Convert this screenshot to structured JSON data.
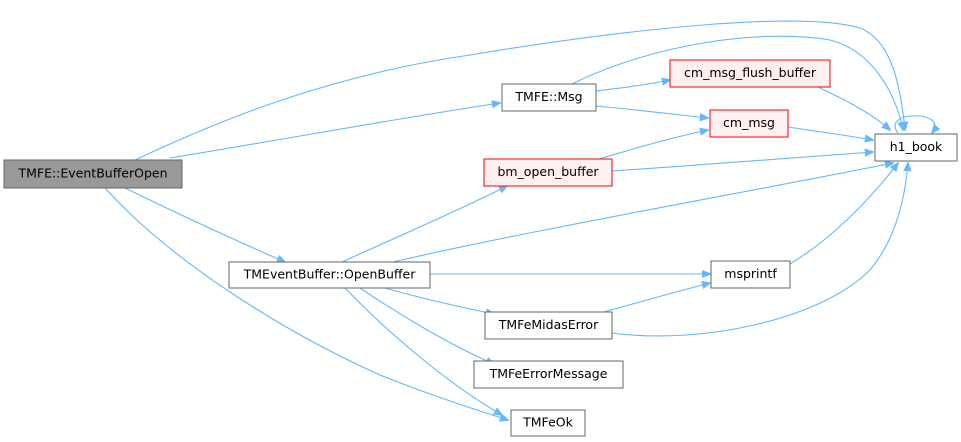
{
  "colors": {
    "edge": "#63b8ff",
    "normal_border": "#666666",
    "normal_fill": "#ffffff",
    "root_fill": "#999999",
    "root_border": "#666666",
    "truncated_border": "#ff0000",
    "truncated_fill": "#fff0f0",
    "text": "#000000"
  },
  "nodes": {
    "tmfe_eventbufferopen": {
      "label": "TMFE::EventBufferOpen",
      "style": "root"
    },
    "tmfe_msg": {
      "label": "TMFE::Msg",
      "style": "normal"
    },
    "cm_msg_flush_buffer": {
      "label": "cm_msg_flush_buffer",
      "style": "truncated"
    },
    "cm_msg": {
      "label": "cm_msg",
      "style": "truncated"
    },
    "bm_open_buffer": {
      "label": "bm_open_buffer",
      "style": "truncated"
    },
    "h1_book": {
      "label": "h1_book",
      "style": "normal"
    },
    "tmeventbuffer_openbuffer": {
      "label": "TMEventBuffer::OpenBuffer",
      "style": "normal"
    },
    "msprintf": {
      "label": "msprintf",
      "style": "normal"
    },
    "tmfemidaserror": {
      "label": "TMFeMidasError",
      "style": "normal"
    },
    "tmfeerrormessage": {
      "label": "TMFeErrorMessage",
      "style": "normal"
    },
    "tmfeok": {
      "label": "TMFeOk",
      "style": "normal"
    }
  },
  "edges": [
    {
      "from": "tmfe_eventbufferopen",
      "to": "tmfe_msg"
    },
    {
      "from": "tmfe_eventbufferopen",
      "to": "h1_book"
    },
    {
      "from": "tmfe_eventbufferopen",
      "to": "tmeventbuffer_openbuffer"
    },
    {
      "from": "tmfe_eventbufferopen",
      "to": "tmfeok"
    },
    {
      "from": "tmfe_msg",
      "to": "cm_msg_flush_buffer"
    },
    {
      "from": "tmfe_msg",
      "to": "cm_msg"
    },
    {
      "from": "tmfe_msg",
      "to": "h1_book"
    },
    {
      "from": "cm_msg_flush_buffer",
      "to": "h1_book"
    },
    {
      "from": "cm_msg",
      "to": "h1_book"
    },
    {
      "from": "bm_open_buffer",
      "to": "cm_msg"
    },
    {
      "from": "bm_open_buffer",
      "to": "h1_book"
    },
    {
      "from": "h1_book",
      "to": "h1_book"
    },
    {
      "from": "tmeventbuffer_openbuffer",
      "to": "bm_open_buffer"
    },
    {
      "from": "tmeventbuffer_openbuffer",
      "to": "h1_book"
    },
    {
      "from": "tmeventbuffer_openbuffer",
      "to": "msprintf"
    },
    {
      "from": "tmeventbuffer_openbuffer",
      "to": "tmfemidaserror"
    },
    {
      "from": "tmeventbuffer_openbuffer",
      "to": "tmfeerrormessage"
    },
    {
      "from": "tmeventbuffer_openbuffer",
      "to": "tmfeok"
    },
    {
      "from": "msprintf",
      "to": "h1_book"
    },
    {
      "from": "tmfemidaserror",
      "to": "msprintf"
    },
    {
      "from": "tmfemidaserror",
      "to": "h1_book"
    }
  ]
}
